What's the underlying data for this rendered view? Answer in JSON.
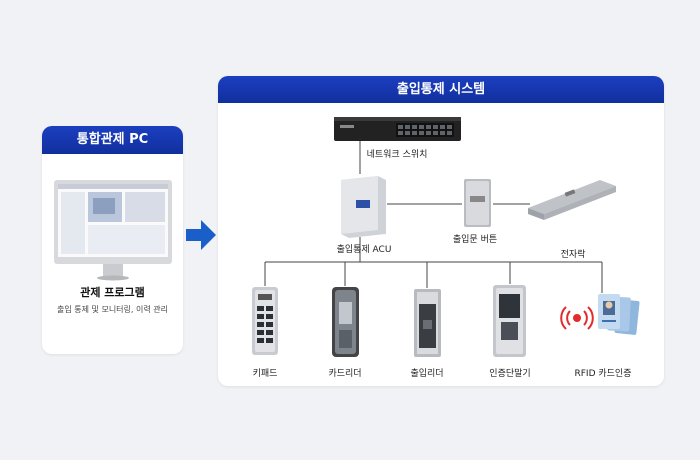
{
  "left_panel": {
    "title": "통합관제 PC",
    "program_title": "관제 프로그램",
    "program_desc": "출입 통제 및 모니터링, 이력 관리"
  },
  "right_panel": {
    "title": "출입통제 시스템",
    "switch_label": "네트워크 스위치",
    "acu_label": "출입통제 ACU",
    "exit_button_label": "출입문 버튼",
    "lock_label": "전자락",
    "devices": [
      {
        "label": "키패드"
      },
      {
        "label": "카드리더"
      },
      {
        "label": "출입리더"
      },
      {
        "label": "인증단말기"
      },
      {
        "label": "RFID 카드인증"
      }
    ]
  },
  "colors": {
    "header": "#1634b0",
    "arrow": "#1a5fc9",
    "line": "#444444"
  }
}
